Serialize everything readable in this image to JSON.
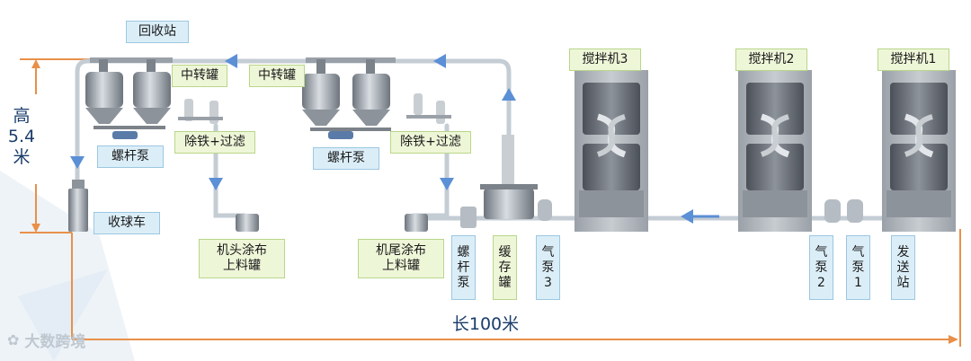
{
  "labels": {
    "recycle_station": "回收站",
    "transfer_tank_1": "中转罐",
    "transfer_tank_2": "中转罐",
    "screw_pump_1": "螺杆泵",
    "screw_pump_2": "螺杆泵",
    "iron_filter_1": "除铁+过滤",
    "iron_filter_2": "除铁+过滤",
    "ball_cart": "收球车",
    "head_coating_tank": "机头涂布\n上料罐",
    "tail_coating_tank": "机尾涂布\n上料罐",
    "screw_pump_3": "螺\n杆\n泵",
    "buffer_tank": "缓\n存\n罐",
    "air_pump_3": "气\n泵\n3",
    "air_pump_2": "气\n泵\n2",
    "air_pump_1": "气\n泵\n1",
    "send_station": "发\n送\n站",
    "mixer_3": "搅拌机3",
    "mixer_2": "搅拌机2",
    "mixer_1": "搅拌机1"
  },
  "dimensions": {
    "height": "高\n5.4\n米",
    "length": "长100米"
  },
  "watermark": "大数跨境",
  "colors": {
    "pipe": "#c4ccd4",
    "flow_arrow": "#5b8fd6",
    "dimension_line": "#e8904a",
    "label_blue_bg": "#dbeef8",
    "label_green_bg": "#eef6d8"
  }
}
